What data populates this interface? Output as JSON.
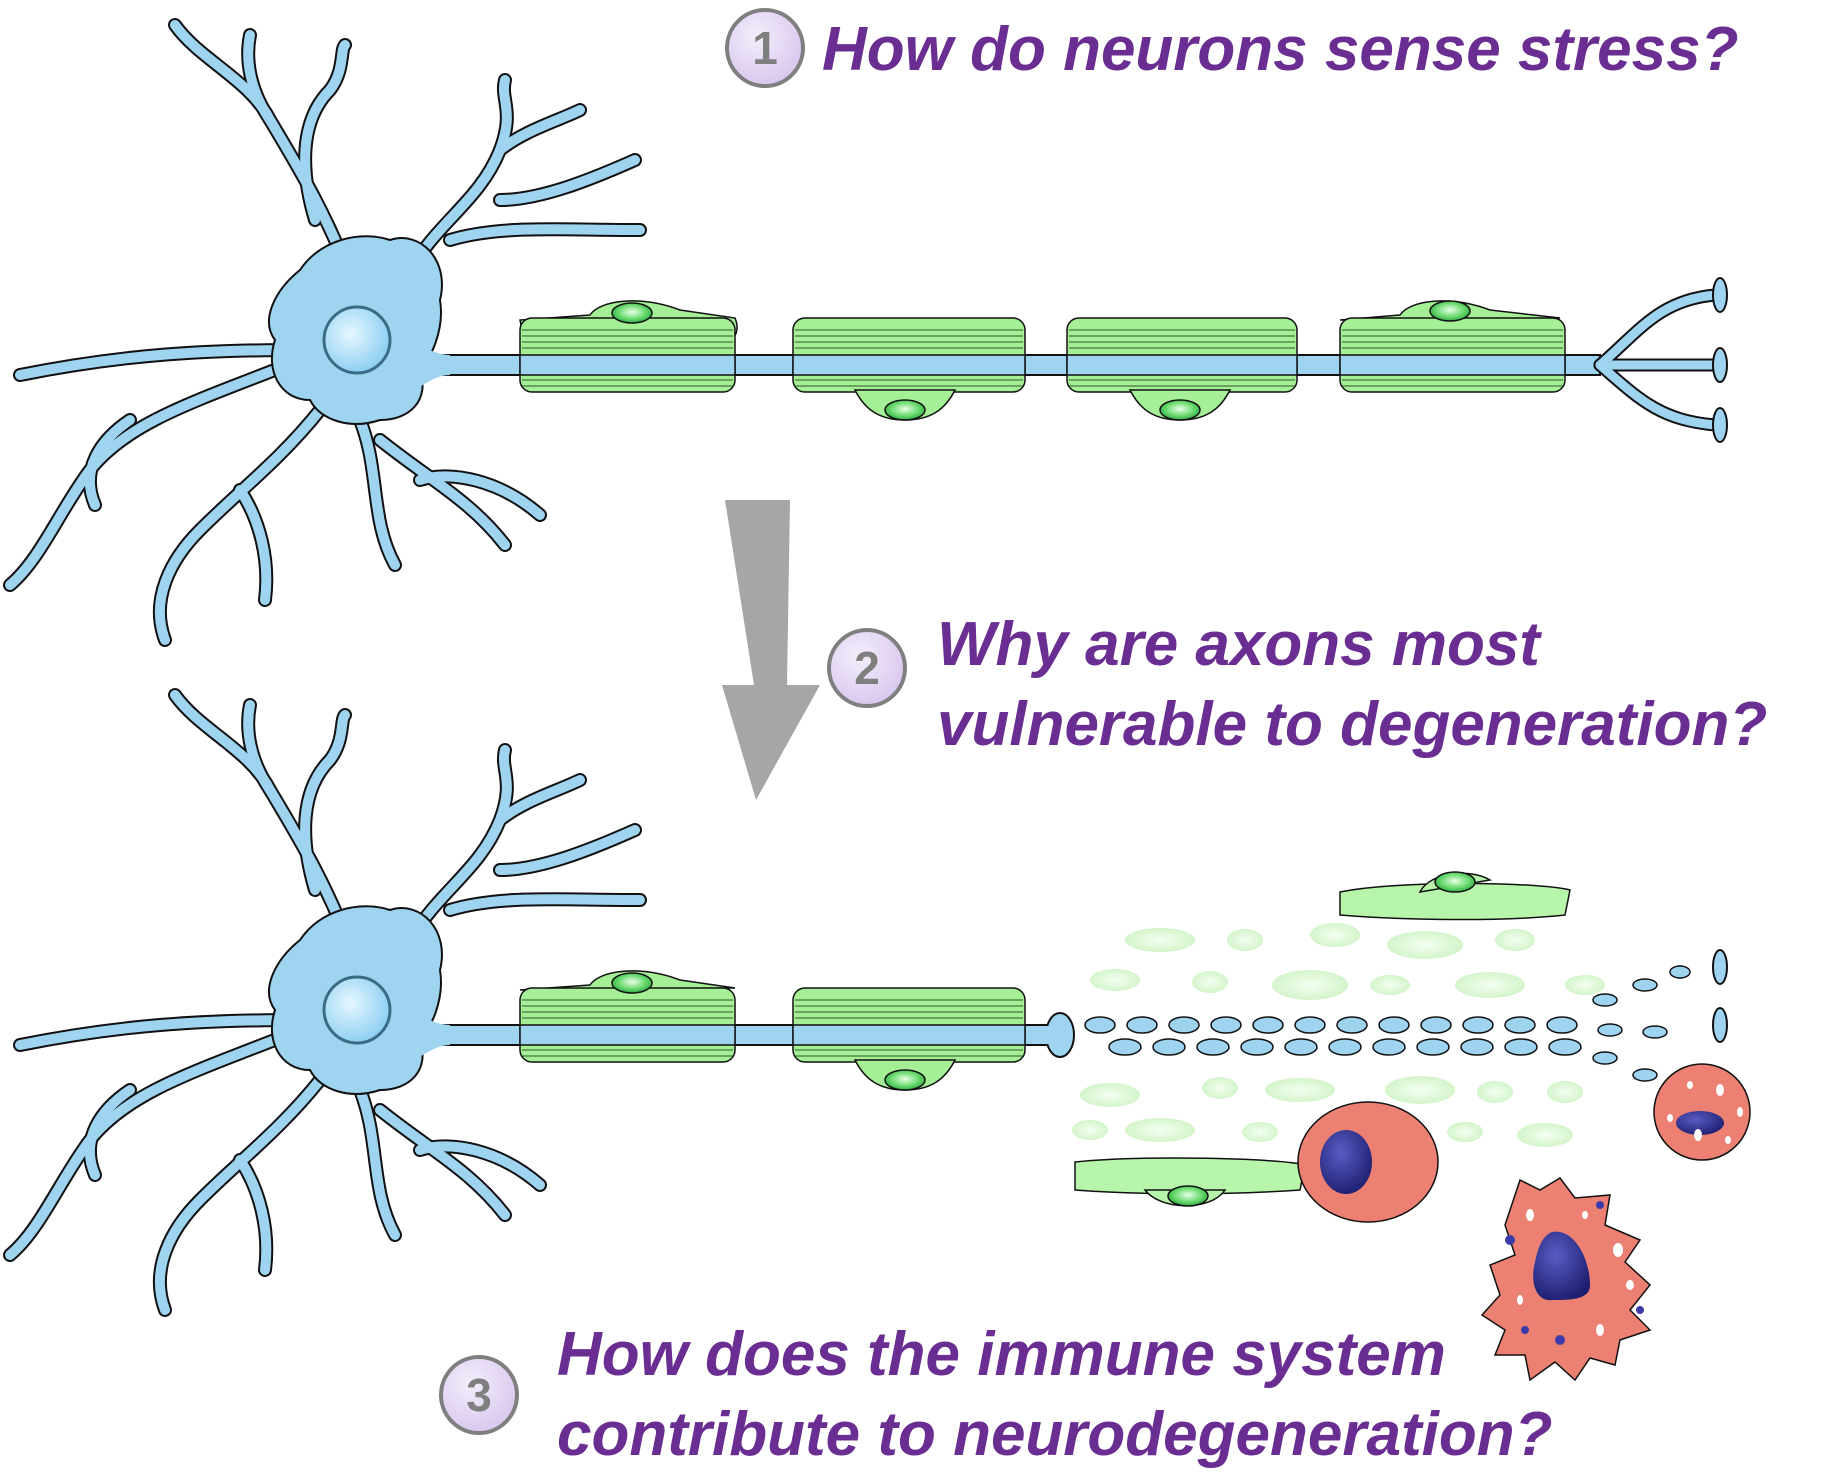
{
  "questions": [
    {
      "number": "1",
      "text": [
        "How do neurons sense stress?"
      ]
    },
    {
      "number": "2",
      "text": [
        "Why are axons most",
        "vulnerable to degeneration?"
      ]
    },
    {
      "number": "3",
      "text": [
        "How does the immune system",
        "contribute to neurodegeneration?"
      ]
    }
  ],
  "colors": {
    "question_text": "#6a2d91",
    "number_badge_fill": "#e3d6f3",
    "number_text": "#7f7f7f",
    "neuron_fill": "#9fd4f1",
    "nucleus": "#b8e4fb",
    "myelin": "#a5ef97",
    "schwann_nucleus": "#34c64a",
    "arrow": "#a6a6a6",
    "immune_cell": "#ec8072",
    "immune_nucleus": "#2b2d8d"
  },
  "icons": [
    "healthy-neuron",
    "degenerating-neuron",
    "myelin-sheath",
    "macrophage",
    "transition-arrow"
  ]
}
